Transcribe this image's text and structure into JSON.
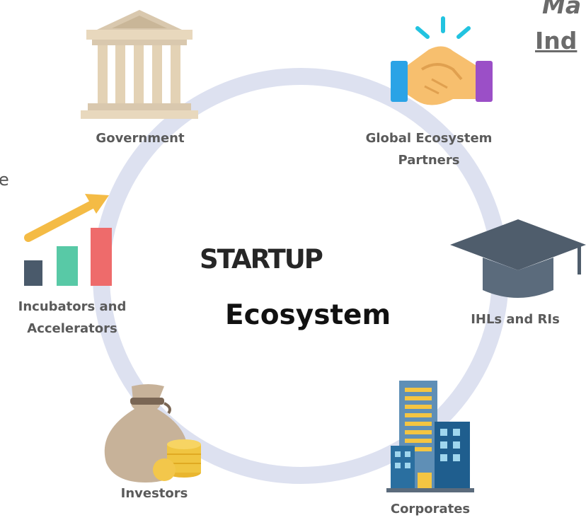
{
  "center": {
    "line1": "STARTUP",
    "line2": "Ecosystem"
  },
  "nodes": [
    {
      "id": "government",
      "lines": [
        "Government"
      ]
    },
    {
      "id": "global-partners",
      "lines": [
        "Global Ecosystem",
        "Partners"
      ]
    },
    {
      "id": "ihls",
      "lines": [
        "IHLs and RIs"
      ]
    },
    {
      "id": "corporates",
      "lines": [
        "Corporates"
      ]
    },
    {
      "id": "investors",
      "lines": [
        "Investors"
      ]
    },
    {
      "id": "incubators",
      "lines": [
        "Incubators and",
        "Accelerators"
      ]
    }
  ],
  "cropped_text": {
    "top_right_1": "Ma",
    "top_right_2": "Ind",
    "left_edge": "e"
  },
  "colors": {
    "ring": "#dde1f0",
    "label": "#5a5a5a"
  }
}
